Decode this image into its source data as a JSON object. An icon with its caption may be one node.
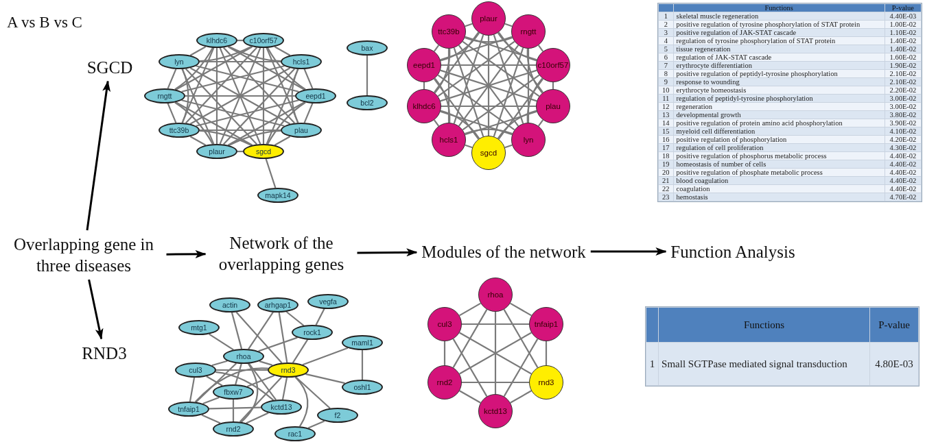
{
  "diagram": {
    "nodes": [
      {
        "text": [
          "SGCD"
        ]
      },
      {
        "text": [
          "Overlapping gene in three diseases"
        ]
      },
      {
        "text": [
          "Network of the overlapping genes"
        ]
      },
      {
        "text": [
          "Modules of the network"
        ]
      },
      {
        "text": [
          "Function Analysis"
        ]
      },
      {
        "text": [
          "RND3"
        ]
      },
      {
        "text": [
          "klhdc6"
        ]
      },
      {
        "text": [
          "c10orf57"
        ]
      },
      {
        "text": [
          "bax"
        ]
      },
      {
        "text": [
          "rngtt"
        ]
      },
      {
        "text": [
          "lyn"
        ]
      },
      {
        "text": [
          "hcls1"
        ]
      },
      {
        "text": [
          "ttc39b"
        ]
      },
      {
        "text": [
          "plau"
        ]
      },
      {
        "text": [
          "eepd1"
        ]
      },
      {
        "text": [
          "bcl2"
        ]
      },
      {
        "text": [
          "plaur"
        ]
      },
      {
        "text": [
          "sgcd"
        ]
      },
      {
        "text": [
          "mapk14"
        ]
      },
      {
        "text": [
          "plaur"
        ]
      },
      {
        "text": [
          "ttc39b"
        ]
      },
      {
        "text": [
          "rngtt"
        ]
      },
      {
        "text": [
          "eepd1"
        ]
      },
      {
        "text": [
          "klhdc6"
        ]
      },
      {
        "text": [
          "plau"
        ]
      },
      {
        "text": [
          "c10orf57"
        ]
      },
      {
        "text": [
          "hcls1"
        ]
      },
      {
        "text": [
          "lyn"
        ]
      },
      {
        "text": [
          "sgcd"
        ]
      },
      {
        "text": [
          "actin"
        ]
      },
      {
        "text": [
          "arhgap1"
        ]
      },
      {
        "text": [
          "vegfa"
        ]
      },
      {
        "text": [
          "mtg1"
        ]
      },
      {
        "text": [
          "rock1"
        ]
      },
      {
        "text": [
          "maml1"
        ]
      },
      {
        "text": [
          "rhoa"
        ]
      },
      {
        "text": [
          "cul3"
        ]
      },
      {
        "text": [
          "rnd3"
        ]
      },
      {
        "text": [
          "oshl1"
        ]
      },
      {
        "text": [
          "fbxw7"
        ]
      },
      {
        "text": [
          "tnfaip1"
        ]
      },
      {
        "text": [
          "kctd13"
        ]
      },
      {
        "text": [
          "f2"
        ]
      },
      {
        "text": [
          "rnd2"
        ]
      },
      {
        "text": [
          "rac1"
        ]
      },
      {
        "text": [
          "rhoa"
        ]
      },
      {
        "text": [
          "cul3"
        ]
      },
      {
        "text": [
          "tnfaip1"
        ]
      },
      {
        "text": [
          "rnd2"
        ]
      },
      {
        "text": [
          "rnd3"
        ]
      },
      {
        "text": [
          "kctd13"
        ]
      }
    ],
    "edges": [
      {
        "from": 1,
        "to": 0,
        "arrow": "to",
        "color": "#000000"
      },
      {
        "from": 1,
        "to": 5,
        "arrow": "to",
        "color": "#000000"
      },
      {
        "from": 1,
        "to": 2,
        "arrow": "to",
        "color": "#000000"
      },
      {
        "from": 2,
        "to": 3,
        "arrow": "to",
        "color": "#000000"
      },
      {
        "from": 3,
        "to": 4,
        "arrow": "to",
        "color": "#000000"
      },
      {
        "from": 6,
        "to": 7,
        "arrow": "none"
      },
      {
        "from": 6,
        "to": 9,
        "arrow": "none"
      },
      {
        "from": 6,
        "to": 10,
        "arrow": "none"
      },
      {
        "from": 6,
        "to": 11,
        "arrow": "none"
      },
      {
        "from": 6,
        "to": 12,
        "arrow": "none"
      },
      {
        "from": 6,
        "to": 13,
        "arrow": "none"
      },
      {
        "from": 6,
        "to": 14,
        "arrow": "none"
      },
      {
        "from": 6,
        "to": 16,
        "arrow": "none"
      },
      {
        "from": 6,
        "to": 17,
        "arrow": "none"
      },
      {
        "from": 7,
        "to": 9,
        "arrow": "none"
      },
      {
        "from": 7,
        "to": 10,
        "arrow": "none"
      },
      {
        "from": 7,
        "to": 11,
        "arrow": "none"
      },
      {
        "from": 7,
        "to": 12,
        "arrow": "none"
      },
      {
        "from": 7,
        "to": 13,
        "arrow": "none"
      },
      {
        "from": 7,
        "to": 14,
        "arrow": "none"
      },
      {
        "from": 7,
        "to": 16,
        "arrow": "none"
      },
      {
        "from": 7,
        "to": 17,
        "arrow": "none"
      },
      {
        "from": 9,
        "to": 10,
        "arrow": "none"
      },
      {
        "from": 9,
        "to": 11,
        "arrow": "none"
      },
      {
        "from": 9,
        "to": 12,
        "arrow": "none"
      },
      {
        "from": 9,
        "to": 13,
        "arrow": "none"
      },
      {
        "from": 9,
        "to": 14,
        "arrow": "none"
      },
      {
        "from": 9,
        "to": 16,
        "arrow": "none"
      },
      {
        "from": 9,
        "to": 17,
        "arrow": "none"
      },
      {
        "from": 10,
        "to": 11,
        "arrow": "none"
      },
      {
        "from": 10,
        "to": 12,
        "arrow": "none"
      },
      {
        "from": 10,
        "to": 13,
        "arrow": "none"
      },
      {
        "from": 10,
        "to": 14,
        "arrow": "none"
      },
      {
        "from": 10,
        "to": 16,
        "arrow": "none"
      },
      {
        "from": 10,
        "to": 17,
        "arrow": "none"
      },
      {
        "from": 11,
        "to": 12,
        "arrow": "none"
      },
      {
        "from": 11,
        "to": 13,
        "arrow": "none"
      },
      {
        "from": 11,
        "to": 14,
        "arrow": "none"
      },
      {
        "from": 11,
        "to": 16,
        "arrow": "none"
      },
      {
        "from": 11,
        "to": 17,
        "arrow": "none"
      },
      {
        "from": 12,
        "to": 13,
        "arrow": "none"
      },
      {
        "from": 12,
        "to": 14,
        "arrow": "none"
      },
      {
        "from": 12,
        "to": 16,
        "arrow": "none"
      },
      {
        "from": 12,
        "to": 17,
        "arrow": "none"
      },
      {
        "from": 13,
        "to": 14,
        "arrow": "none"
      },
      {
        "from": 13,
        "to": 16,
        "arrow": "none"
      },
      {
        "from": 13,
        "to": 17,
        "arrow": "none"
      },
      {
        "from": 14,
        "to": 16,
        "arrow": "none"
      },
      {
        "from": 14,
        "to": 17,
        "arrow": "none"
      },
      {
        "from": 16,
        "to": 17,
        "arrow": "none"
      },
      {
        "from": 8,
        "to": 15,
        "arrow": "none"
      },
      {
        "from": 17,
        "to": 18,
        "arrow": "none"
      },
      {
        "from": 19,
        "to": 20,
        "arrow": "none"
      },
      {
        "from": 19,
        "to": 21,
        "arrow": "none"
      },
      {
        "from": 19,
        "to": 22,
        "arrow": "none"
      },
      {
        "from": 19,
        "to": 23,
        "arrow": "none"
      },
      {
        "from": 19,
        "to": 24,
        "arrow": "none"
      },
      {
        "from": 19,
        "to": 25,
        "arrow": "none"
      },
      {
        "from": 19,
        "to": 26,
        "arrow": "none"
      },
      {
        "from": 19,
        "to": 27,
        "arrow": "none"
      },
      {
        "from": 19,
        "to": 28,
        "arrow": "none"
      },
      {
        "from": 20,
        "to": 21,
        "arrow": "none"
      },
      {
        "from": 20,
        "to": 22,
        "arrow": "none"
      },
      {
        "from": 20,
        "to": 23,
        "arrow": "none"
      },
      {
        "from": 20,
        "to": 24,
        "arrow": "none"
      },
      {
        "from": 20,
        "to": 25,
        "arrow": "none"
      },
      {
        "from": 20,
        "to": 26,
        "arrow": "none"
      },
      {
        "from": 20,
        "to": 27,
        "arrow": "none"
      },
      {
        "from": 20,
        "to": 28,
        "arrow": "none"
      },
      {
        "from": 21,
        "to": 22,
        "arrow": "none"
      },
      {
        "from": 21,
        "to": 23,
        "arrow": "none"
      },
      {
        "from": 21,
        "to": 24,
        "arrow": "none"
      },
      {
        "from": 21,
        "to": 25,
        "arrow": "none"
      },
      {
        "from": 21,
        "to": 26,
        "arrow": "none"
      },
      {
        "from": 21,
        "to": 27,
        "arrow": "none"
      },
      {
        "from": 21,
        "to": 28,
        "arrow": "none"
      },
      {
        "from": 22,
        "to": 23,
        "arrow": "none"
      },
      {
        "from": 22,
        "to": 24,
        "arrow": "none"
      },
      {
        "from": 22,
        "to": 25,
        "arrow": "none"
      },
      {
        "from": 22,
        "to": 26,
        "arrow": "none"
      },
      {
        "from": 22,
        "to": 27,
        "arrow": "none"
      },
      {
        "from": 22,
        "to": 28,
        "arrow": "none"
      },
      {
        "from": 23,
        "to": 24,
        "arrow": "none"
      },
      {
        "from": 23,
        "to": 25,
        "arrow": "none"
      },
      {
        "from": 23,
        "to": 26,
        "arrow": "none"
      },
      {
        "from": 23,
        "to": 27,
        "arrow": "none"
      },
      {
        "from": 23,
        "to": 28,
        "arrow": "none"
      },
      {
        "from": 24,
        "to": 25,
        "arrow": "none"
      },
      {
        "from": 24,
        "to": 26,
        "arrow": "none"
      },
      {
        "from": 24,
        "to": 27,
        "arrow": "none"
      },
      {
        "from": 24,
        "to": 28,
        "arrow": "none"
      },
      {
        "from": 25,
        "to": 26,
        "arrow": "none"
      },
      {
        "from": 25,
        "to": 27,
        "arrow": "none"
      },
      {
        "from": 25,
        "to": 28,
        "arrow": "none"
      },
      {
        "from": 26,
        "to": 27,
        "arrow": "none"
      },
      {
        "from": 26,
        "to": 28,
        "arrow": "none"
      },
      {
        "from": 27,
        "to": 28,
        "arrow": "none"
      },
      {
        "from": 29,
        "to": 35,
        "arrow": "none"
      },
      {
        "from": 29,
        "to": 37,
        "arrow": "none"
      },
      {
        "from": 30,
        "to": 35,
        "arrow": "none"
      },
      {
        "from": 30,
        "to": 37,
        "arrow": "none"
      },
      {
        "from": 30,
        "to": 33,
        "arrow": "none"
      },
      {
        "from": 31,
        "to": 33,
        "arrow": "none"
      },
      {
        "from": 32,
        "to": 35,
        "arrow": "none"
      },
      {
        "from": 33,
        "to": 37,
        "arrow": "none"
      },
      {
        "from": 33,
        "to": 35,
        "arrow": "none"
      },
      {
        "from": 34,
        "to": 37,
        "arrow": "none"
      },
      {
        "from": 34,
        "to": 38,
        "arrow": "none"
      },
      {
        "from": 35,
        "to": 37,
        "arrow": "none"
      },
      {
        "from": 35,
        "to": 36,
        "arrow": "none"
      },
      {
        "from": 35,
        "to": 39,
        "arrow": "none"
      },
      {
        "from": 35,
        "to": 40,
        "arrow": "none"
      },
      {
        "from": 35,
        "to": 41,
        "arrow": "none"
      },
      {
        "from": 35,
        "to": 43,
        "arrow": "none"
      },
      {
        "from": 36,
        "to": 37,
        "arrow": "none"
      },
      {
        "from": 36,
        "to": 40,
        "arrow": "none"
      },
      {
        "from": 36,
        "to": 39,
        "arrow": "none"
      },
      {
        "from": 36,
        "to": 41,
        "arrow": "none"
      },
      {
        "from": 37,
        "to": 38,
        "arrow": "none"
      },
      {
        "from": 37,
        "to": 39,
        "arrow": "none"
      },
      {
        "from": 37,
        "to": 40,
        "arrow": "none"
      },
      {
        "from": 37,
        "to": 41,
        "arrow": "none"
      },
      {
        "from": 37,
        "to": 43,
        "arrow": "none"
      },
      {
        "from": 37,
        "to": 42,
        "arrow": "none"
      },
      {
        "from": 37,
        "to": 44,
        "arrow": "none"
      },
      {
        "from": 40,
        "to": 39,
        "arrow": "none"
      },
      {
        "from": 40,
        "to": 41,
        "arrow": "none"
      },
      {
        "from": 40,
        "to": 43,
        "arrow": "none"
      },
      {
        "from": 39,
        "to": 43,
        "arrow": "none"
      },
      {
        "from": 41,
        "to": 43,
        "arrow": "none"
      },
      {
        "from": 42,
        "to": 44,
        "arrow": "none"
      },
      {
        "from": 45,
        "to": 46,
        "arrow": "none"
      },
      {
        "from": 45,
        "to": 47,
        "arrow": "none"
      },
      {
        "from": 45,
        "to": 48,
        "arrow": "none"
      },
      {
        "from": 45,
        "to": 49,
        "arrow": "none"
      },
      {
        "from": 45,
        "to": 50,
        "arrow": "none"
      },
      {
        "from": 46,
        "to": 47,
        "arrow": "none"
      },
      {
        "from": 46,
        "to": 48,
        "arrow": "none"
      },
      {
        "from": 46,
        "to": 49,
        "arrow": "none"
      },
      {
        "from": 46,
        "to": 50,
        "arrow": "none"
      },
      {
        "from": 47,
        "to": 48,
        "arrow": "none"
      },
      {
        "from": 47,
        "to": 49,
        "arrow": "none"
      },
      {
        "from": 47,
        "to": 50,
        "arrow": "none"
      },
      {
        "from": 48,
        "to": 49,
        "arrow": "none"
      },
      {
        "from": 48,
        "to": 50,
        "arrow": "none"
      },
      {
        "from": 49,
        "to": 50,
        "arrow": "none"
      }
    ],
    "labels": [
      "A vs B vs C",
      "Functions",
      "P-value",
      "1",
      "skeletal muscle regeneration",
      "4.40E-03",
      "2",
      "positive regulation of tyrosine phosphorylation of STAT protein",
      "1.00E-02",
      "3",
      "positive regulation of JAK-STAT cascade",
      "1.10E-02",
      "4",
      "regulation of tyrosine phosphorylation of STAT protein",
      "1.40E-02",
      "5",
      "tissue regeneration",
      "1.40E-02",
      "6",
      "regulation of JAK-STAT cascade",
      "1.60E-02",
      "7",
      "erythrocyte differentiation",
      "1.90E-02",
      "8",
      "positive regulation of peptidyl-tyrosine phosphorylation",
      "2.10E-02",
      "9",
      "response to wounding",
      "2.10E-02",
      "10",
      "erythrocyte homeostasis",
      "2.20E-02",
      "11",
      "regulation of peptidyl-tyrosine phosphorylation",
      "3.00E-02",
      "12",
      "regeneration",
      "3.00E-02",
      "13",
      "developmental growth",
      "3.80E-02",
      "14",
      "positive regulation of protein amino acid phosphorylation",
      "3.90E-02",
      "15",
      "myeloid cell differentiation",
      "4.10E-02",
      "16",
      "positive regulation of phosphorylation",
      "4.20E-02",
      "17",
      "regulation of cell proliferation",
      "4.30E-02",
      "18",
      "positive regulation of phosphorus metabolic process",
      "4.40E-02",
      "19",
      "homeostasis of number of cells",
      "4.40E-02",
      "20",
      "positive regulation of phosphate metabolic process",
      "4.40E-02",
      "21",
      "blood coagulation",
      "4.40E-02",
      "22",
      "coagulation",
      "4.40E-02",
      "23",
      "hemostasis",
      "4.70E-02",
      "Functions",
      "P-value",
      "1",
      "Small SGTPase mediated signal transduction",
      "4.80E-03"
    ]
  }
}
